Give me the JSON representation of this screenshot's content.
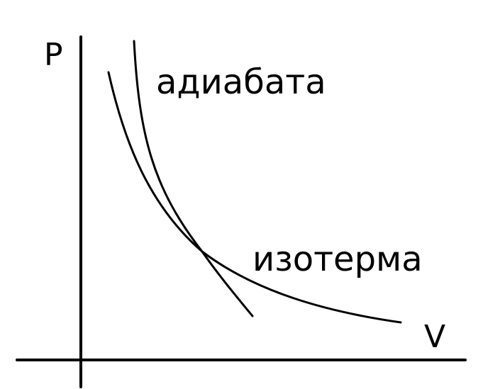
{
  "diagram": {
    "axes": {
      "y_label": "P",
      "x_label": "V"
    },
    "curves": [
      {
        "label": "адиабата",
        "color": "#000000"
      },
      {
        "label": "изотерма",
        "color": "#000000"
      }
    ]
  }
}
